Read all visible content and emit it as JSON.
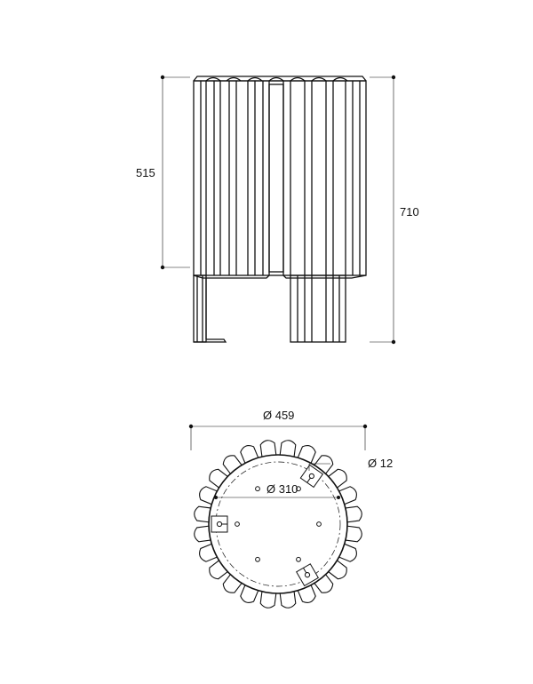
{
  "side_view": {
    "dim_upper_height": "515",
    "dim_total_height": "710"
  },
  "top_view": {
    "dim_outer_diameter": "Ø 459",
    "dim_inner_diameter": "Ø 310",
    "dim_hole_diameter": "Ø 12",
    "slat_count": 24,
    "bracket_count": 3,
    "hole_count": 6
  },
  "colors": {
    "line": "#111111",
    "background": "#ffffff"
  }
}
